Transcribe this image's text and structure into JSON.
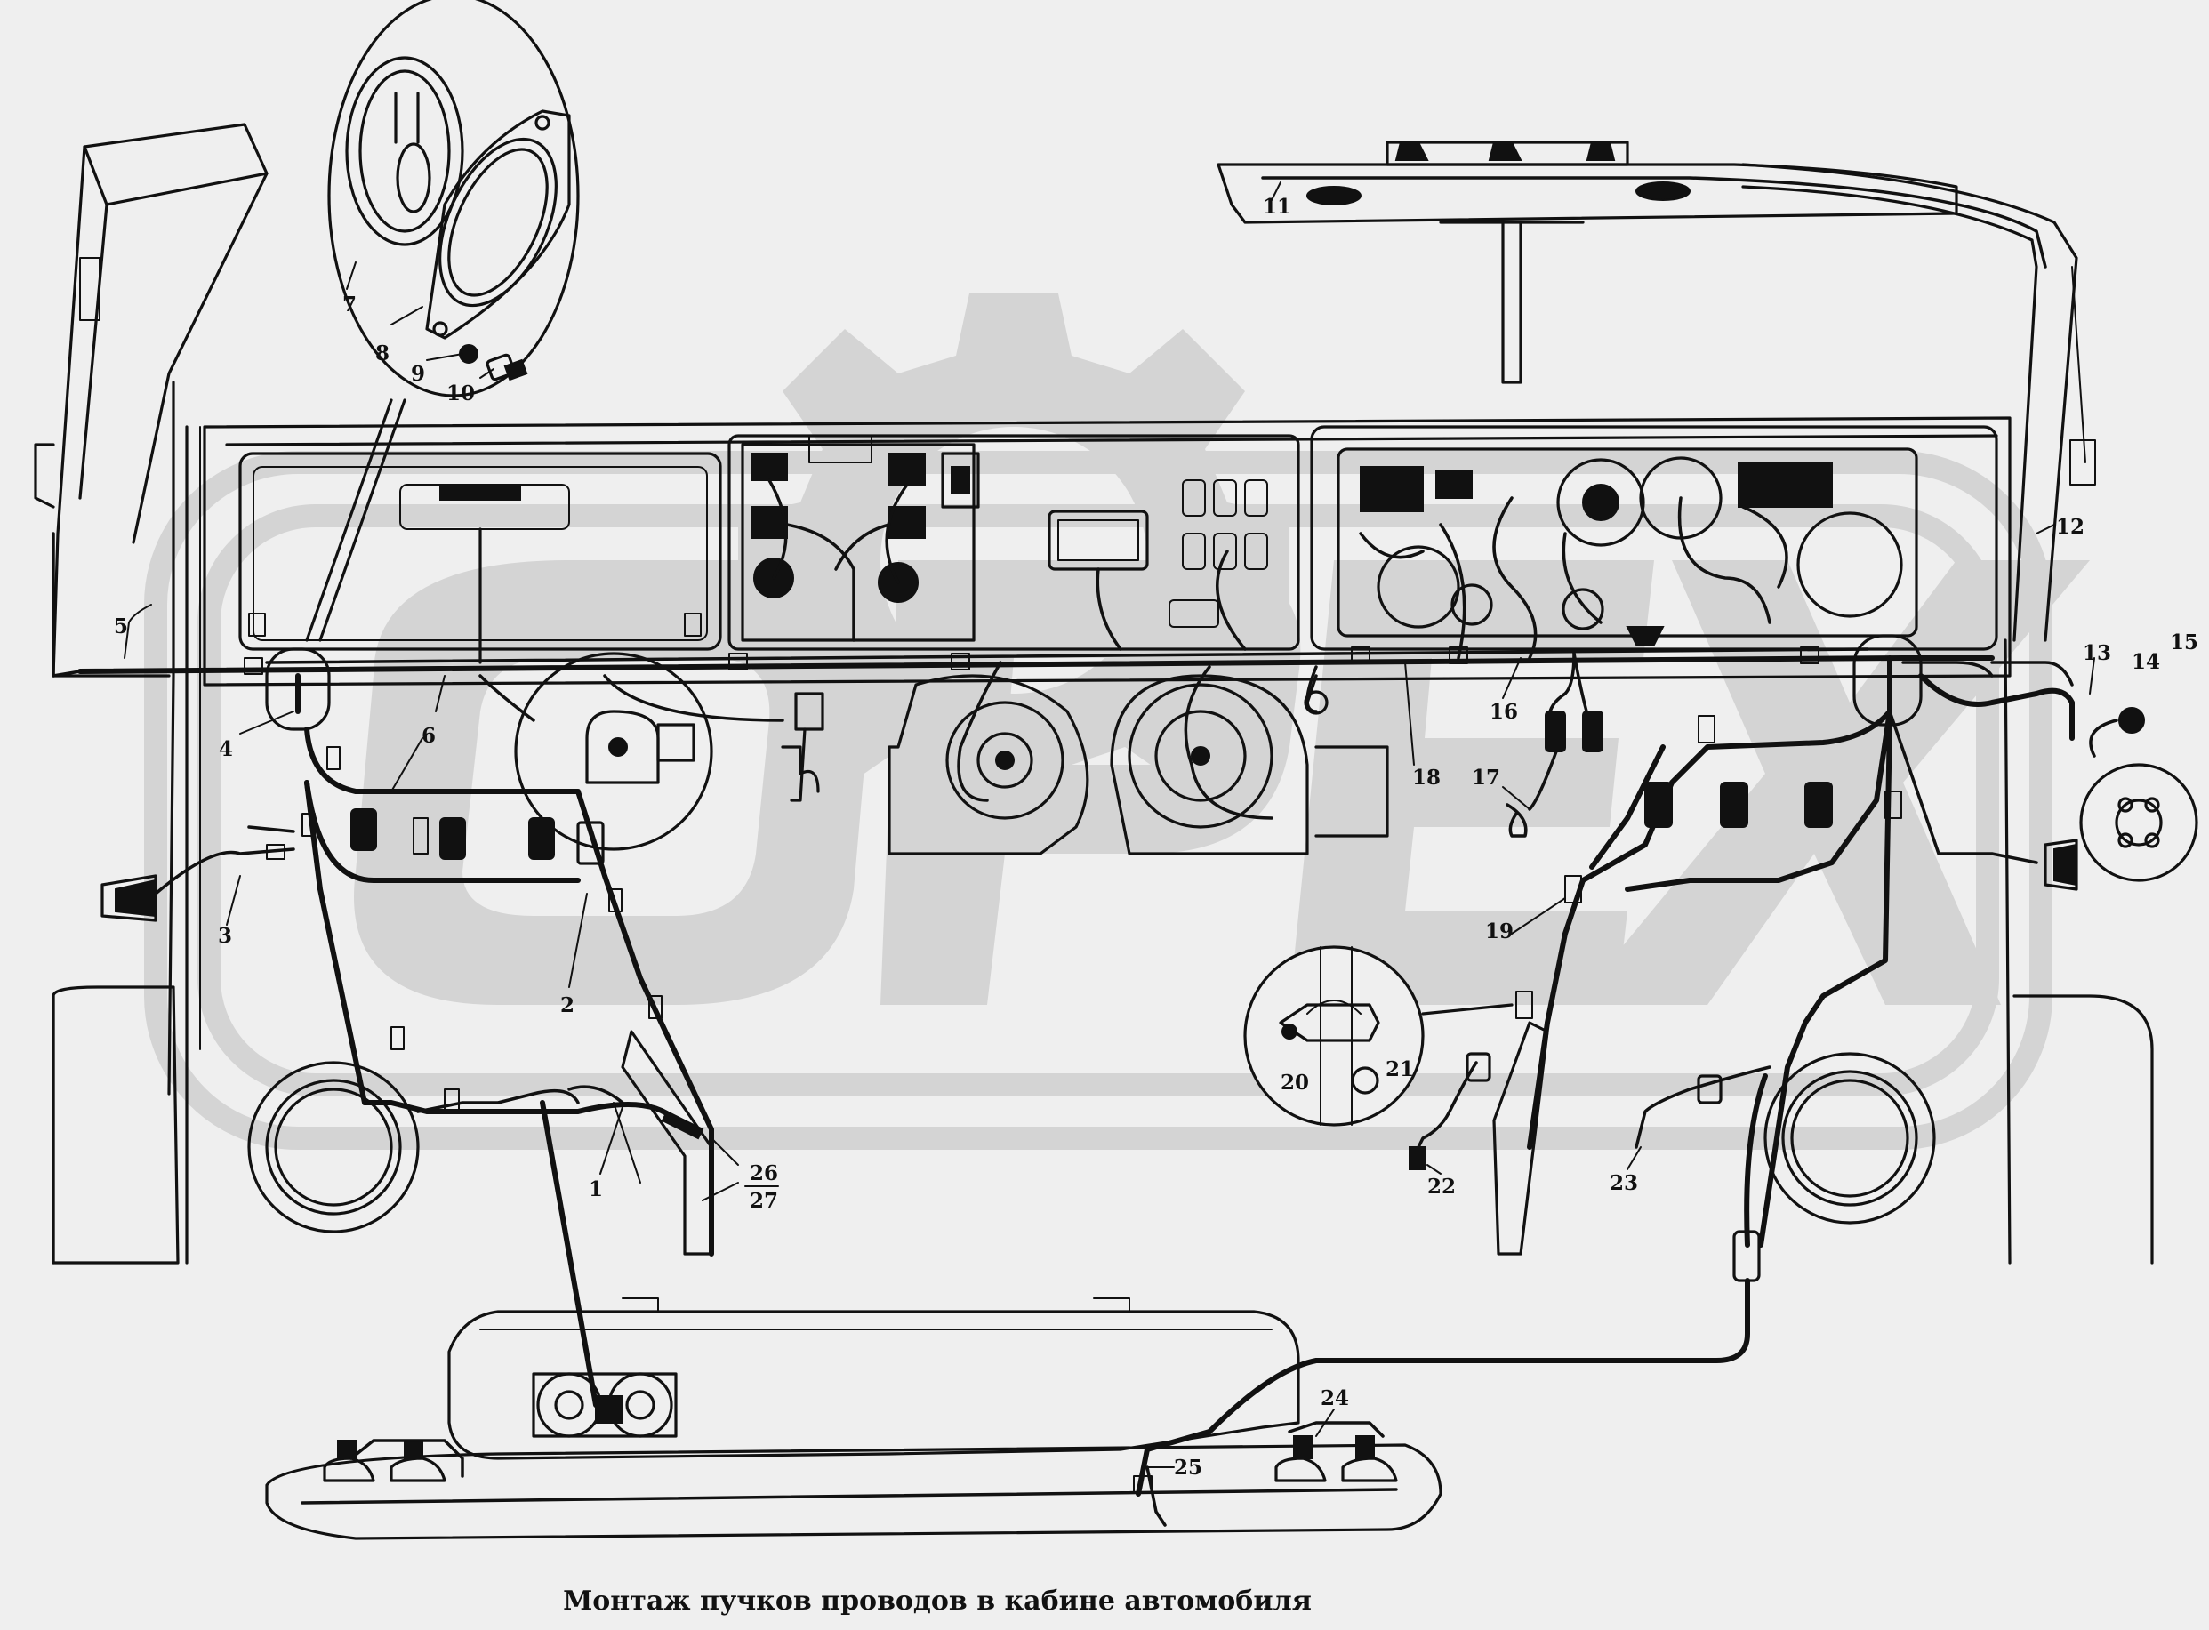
{
  "diagram": {
    "caption": "Монтаж пучков проводов в кабине  автомобиля",
    "watermark_text": "OPEX",
    "callouts": [
      "1",
      "2",
      "3",
      "4",
      "5",
      "6",
      "7",
      "8",
      "9",
      "10",
      "11",
      "12",
      "13",
      "14",
      "15",
      "16",
      "17",
      "18",
      "19",
      "20",
      "21",
      "22",
      "23",
      "24",
      "25",
      "26",
      "27"
    ],
    "colors": {
      "ink": "#111111",
      "paper": "#efefef",
      "watermark": "#d4d4d4"
    }
  }
}
